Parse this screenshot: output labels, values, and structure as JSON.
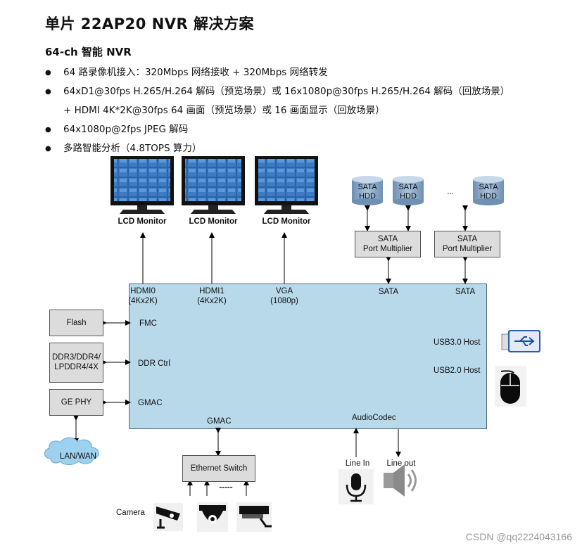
{
  "title": "单片 22AP20 NVR 解决方案",
  "subtitle": "64-ch 智能 NVR",
  "bullets": [
    "64 路录像机接入：320Mbps 网络接收  + 320Mbps 网络转发",
    "64xD1@30fps H.265/H.264 解码（预览场景）或 16x1080p@30fps H.265/H.264 解码（回放场景）",
    "+ HDMI 4K*2K@30fps 64 画面（预览场景）或 16 画面显示（回放场景）",
    "64x1080p@2fps JPEG 解码",
    "多路智能分析（4.8TOPS 算力）"
  ],
  "monitors": [
    "LCD Monitor",
    "LCD Monitor",
    "LCD Monitor"
  ],
  "soc_ports": {
    "hdmi0": "HDMI0",
    "hdmi0_res": "(4Kx2K)",
    "hdmi1": "HDMI1",
    "hdmi1_res": "(4Kx2K)",
    "vga": "VGA",
    "vga_res": "(1080p)",
    "sata1": "SATA",
    "sata2": "SATA",
    "fmc": "FMC",
    "ddr": "DDR Ctrl",
    "gmac_left": "GMAC",
    "gmac_bottom": "GMAC",
    "audio": "AudioCodec",
    "usb3": "USB3.0 Host",
    "usb2": "USB2.0 Host"
  },
  "left_blocks": {
    "flash": "Flash",
    "ddr_line1": "DDR3/DDR4/",
    "ddr_line2": "LPDDR4/4X",
    "gephy": "GE PHY",
    "lanwan": "LAN/WAN"
  },
  "storage": {
    "hdd_line1": "SATA",
    "hdd_line2": "HDD",
    "ellipsis": "...",
    "pm_line1": "SATA",
    "pm_line2": "Port Multiplier"
  },
  "bottom": {
    "switch": "Ethernet Switch",
    "dashes": "-----",
    "camera": "Camera",
    "line_in": "Line In",
    "line_out": "Line out"
  },
  "watermark": "CSDN @qq2224043166",
  "colors": {
    "soc_fill": "#b7d9ea",
    "box_fill": "#dcdcdc",
    "screen_blue": "#2b62a8",
    "cloud_blue": "#9ed0ef",
    "hdd_blue": "#8aa8c8"
  },
  "icons": [
    "lcd-monitor-icon",
    "hdd-cylinder-icon",
    "cloud-icon",
    "usb-drive-icon",
    "mouse-icon",
    "microphone-icon",
    "speaker-icon",
    "camera-icon",
    "dome-camera-icon"
  ]
}
